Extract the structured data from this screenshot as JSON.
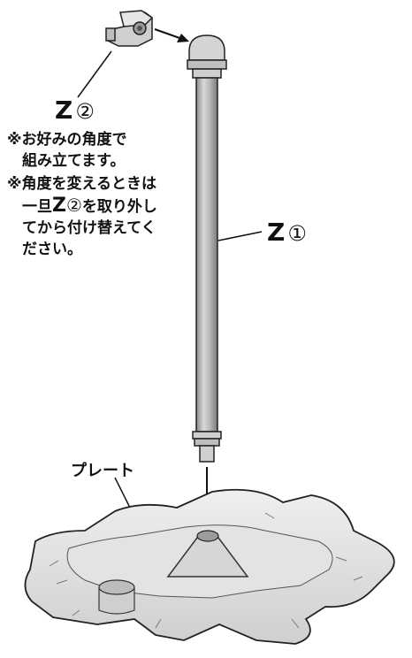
{
  "labels": {
    "z2": {
      "letter": "Z",
      "circled": "②"
    },
    "z1": {
      "letter": "Z",
      "circled": "①"
    },
    "plate": "プレート"
  },
  "notes": {
    "note1": {
      "mark": "※",
      "line1": "お好みの角度で",
      "line2": "組み立てます。"
    },
    "note2": {
      "mark": "※",
      "line1": "角度を変えるときは",
      "line2_pre": "一旦",
      "line2_part_letter": "Z",
      "line2_part_circled": "②",
      "line2_post": "を取り外し",
      "line3": "てから付け替えてく",
      "line4": "ださい。"
    }
  }
}
